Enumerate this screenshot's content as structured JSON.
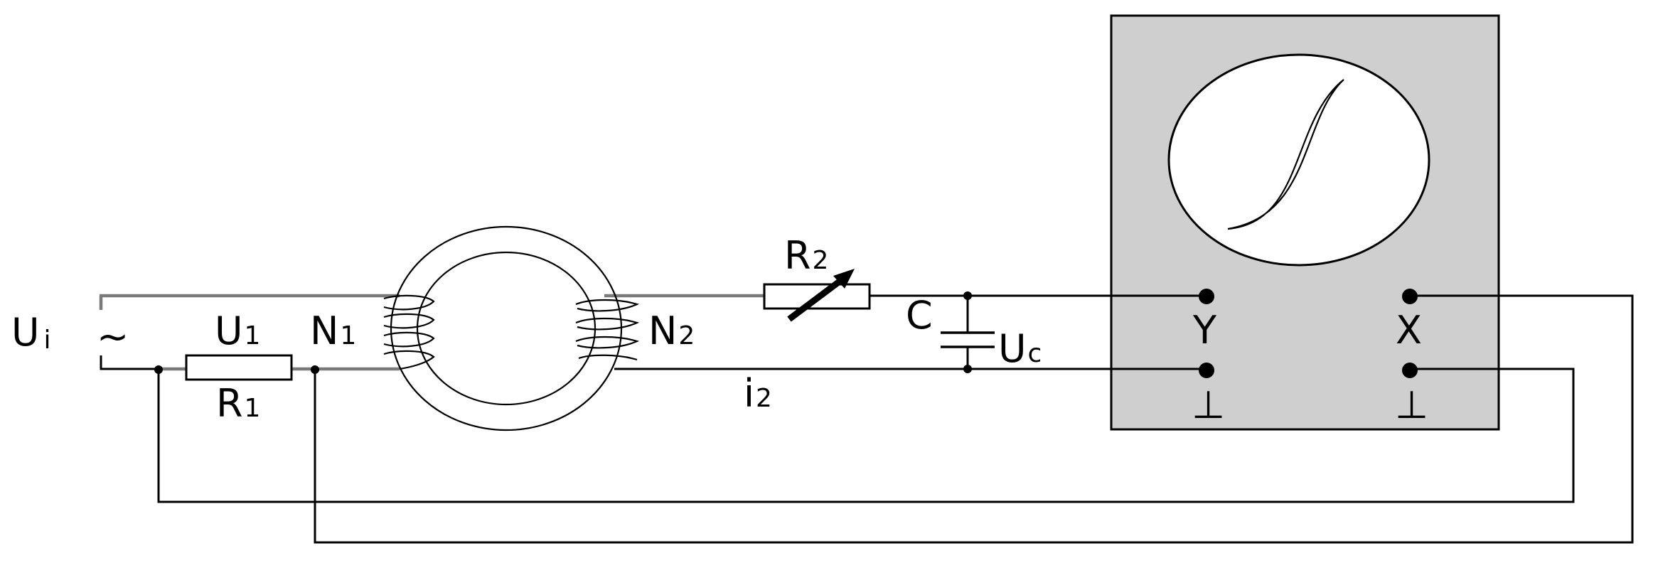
{
  "labels": {
    "ui_main": "U",
    "ui_sub": "i",
    "ac_symbol": "~",
    "u1_main": "U",
    "u1_sub": "1",
    "r1_main": "R",
    "r1_sub": "1",
    "n1_main": "N",
    "n1_sub": "1",
    "n2_main": "N",
    "n2_sub": "2",
    "r2_main": "R",
    "r2_sub": "2",
    "c": "C",
    "uc_main": "U",
    "uc_sub": "c",
    "i2_main": "i",
    "i2_sub": "2",
    "y": "Y",
    "x": "X",
    "ground_y": "⊥",
    "ground_x": "⊥"
  },
  "colors": {
    "scope_panel": "#cfcfcf",
    "primary_wire": "#7a7a7a",
    "wire": "#000000"
  },
  "icons": {
    "screen_trace": "hysteresis-loop-icon",
    "variable_resistor": "arrow-icon"
  }
}
